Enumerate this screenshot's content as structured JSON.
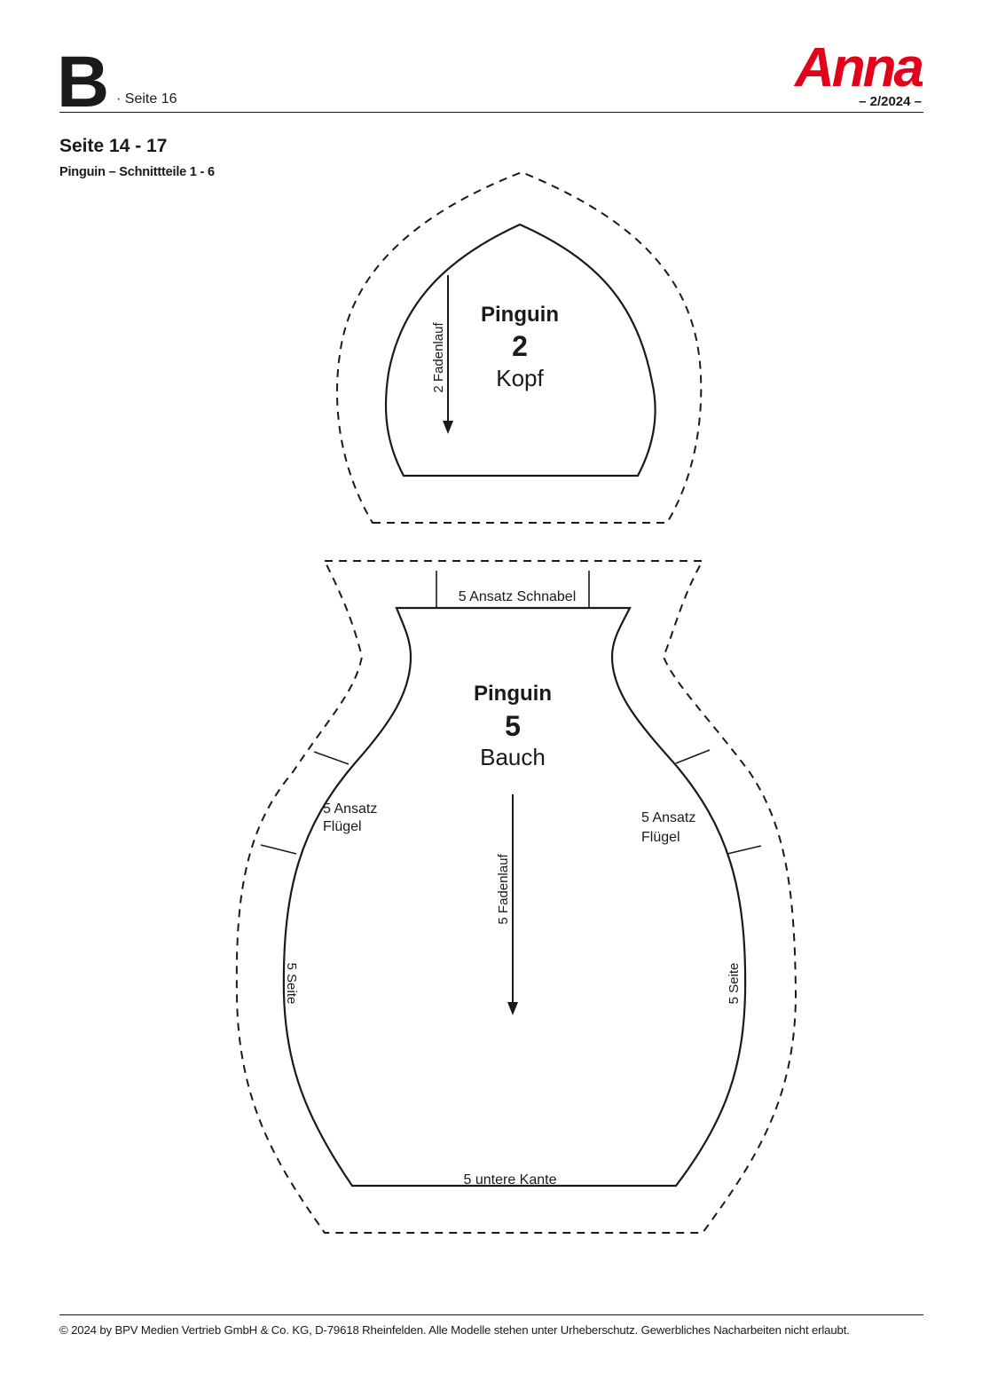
{
  "header": {
    "section_letter": "B",
    "page_ref": "· Seite 16",
    "logo_text": "Anna",
    "issue": "– 2/2024 –"
  },
  "document": {
    "title": "Seite 14 - 17",
    "subtitle": "Pinguin – Schnittteile 1 - 6"
  },
  "piece_head": {
    "name": "Pinguin",
    "number": "2",
    "part": "Kopf",
    "grain_label": "2  Fadenlauf"
  },
  "piece_belly": {
    "name": "Pinguin",
    "number": "5",
    "part": "Bauch",
    "grain_label": "5  Fadenlauf",
    "beak_label": "5  Ansatz Schnabel",
    "wing_left_line1": "5  Ansatz",
    "wing_left_line2": "Flügel",
    "wing_right_line1": "5  Ansatz",
    "wing_right_line2": "Flügel",
    "side_left": "5  Seite",
    "side_right": "5  Seite",
    "bottom_edge": "5  untere Kante"
  },
  "footer": {
    "copyright": "© 2024 by BPV Medien Vertrieb GmbH & Co. KG, D-79618 Rheinfelden. Alle Modelle stehen unter Urheberschutz. Gewerbliches Nacharbeiten nicht erlaubt."
  },
  "colors": {
    "brand_red": "#e2001a",
    "ink": "#1a1a1a"
  }
}
